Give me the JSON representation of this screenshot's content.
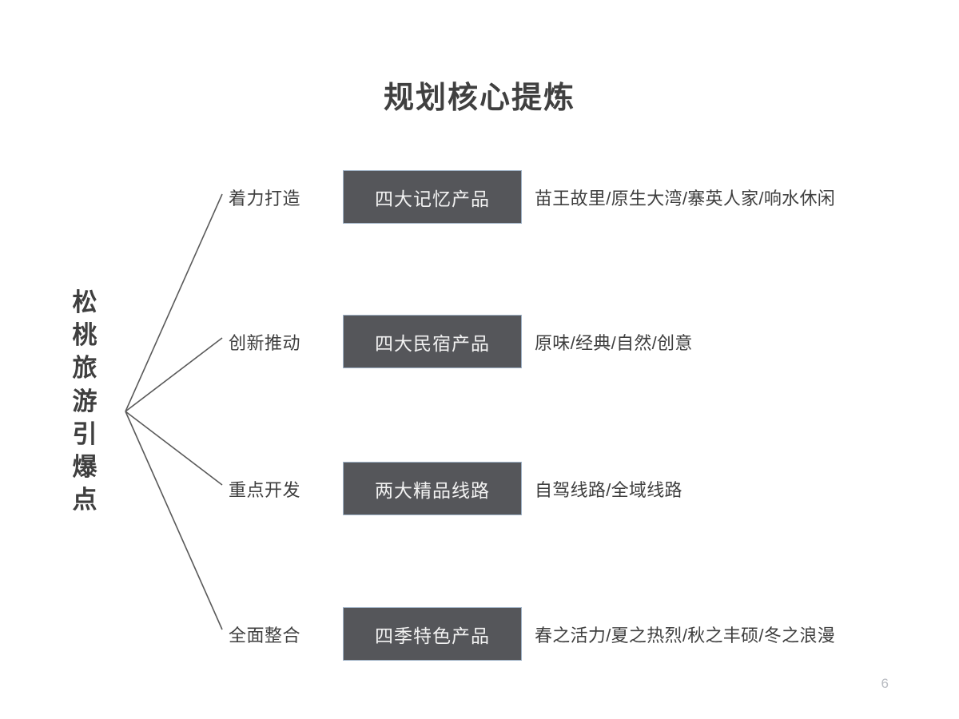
{
  "slide": {
    "title": "规划核心提炼",
    "page_number": "6",
    "root_label": "松桃旅游引爆点",
    "colors": {
      "box_fill": "#55565A",
      "box_border": "#9FB2C6",
      "box_text": "#F2F2F2",
      "body_text": "#3F3F3F",
      "title_text": "#404040",
      "connector_line": "#595959",
      "page_number_text": "#B9BCC2",
      "background": "#FFFFFF"
    },
    "rows": [
      {
        "stage": "着力打造",
        "box": "四大记忆产品",
        "description": "苗王故里/原生大湾/寨英人家/响水休闲"
      },
      {
        "stage": "创新推动",
        "box": "四大民宿产品",
        "description": "原味/经典/自然/创意"
      },
      {
        "stage": "重点开发",
        "box": "两大精品线路",
        "description": "自驾线路/全域线路"
      },
      {
        "stage": "全面整合",
        "box": "四季特色产品",
        "description": "春之活力/夏之热烈/秋之丰硕/冬之浪漫"
      }
    ]
  }
}
